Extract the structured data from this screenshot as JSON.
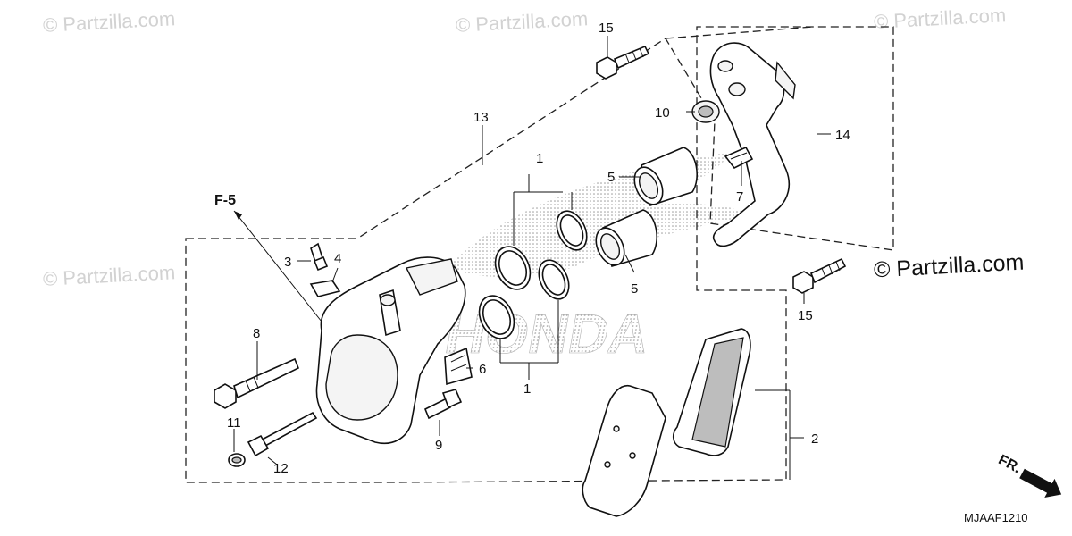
{
  "watermark": "© Partzilla.com",
  "brand_text": "© Partzilla.com",
  "ref_label": "F-5",
  "fr_label": "FR.",
  "diagram_code": "MJAAF1210",
  "callouts": {
    "c1a": "1",
    "c1b": "1",
    "c2": "2",
    "c3": "3",
    "c4": "4",
    "c5a": "5",
    "c5b": "5",
    "c6": "6",
    "c7": "7",
    "c8": "8",
    "c9": "9",
    "c10": "10",
    "c11": "11",
    "c12": "12",
    "c13": "13",
    "c14": "14",
    "c15a": "15",
    "c15b": "15"
  },
  "background_logo": "HONDA"
}
